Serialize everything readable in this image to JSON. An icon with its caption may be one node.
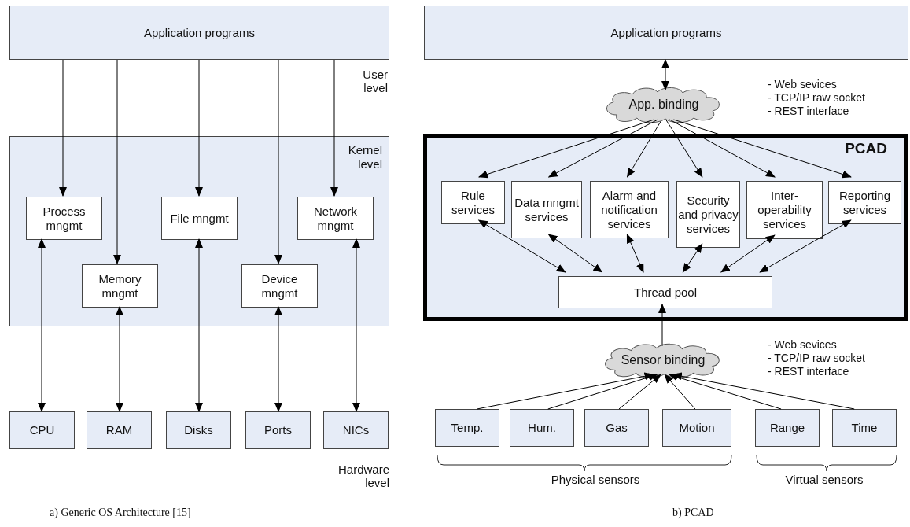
{
  "diagram": {
    "nodes": [
      {
        "text": [
          "Application programs"
        ]
      },
      {
        "text": [
          "Kernel level"
        ]
      },
      {
        "text": [
          "Process mngmt"
        ],
        "in": 1
      },
      {
        "text": [
          "Memory mngmt"
        ],
        "in": 1
      },
      {
        "text": [
          "File mngmt"
        ],
        "in": 1
      },
      {
        "text": [
          "Device mngmt"
        ],
        "in": 1
      },
      {
        "text": [
          "Network mngmt"
        ],
        "in": 1
      },
      {
        "text": [
          "CPU"
        ]
      },
      {
        "text": [
          "RAM"
        ]
      },
      {
        "text": [
          "Disks"
        ]
      },
      {
        "text": [
          "Ports"
        ]
      },
      {
        "text": [
          "NICs"
        ]
      },
      {
        "text": [
          "Application programs"
        ]
      },
      {
        "text": [
          "App. binding"
        ]
      },
      {
        "text": [
          "PCAD"
        ]
      },
      {
        "text": [
          "Rule services"
        ],
        "in": 14
      },
      {
        "text": [
          "Data mngmt services"
        ],
        "in": 14
      },
      {
        "text": [
          "Alarm and notification services"
        ],
        "in": 14
      },
      {
        "text": [
          "Security and privacy services"
        ],
        "in": 14
      },
      {
        "text": [
          "Inter-operability services"
        ],
        "in": 14
      },
      {
        "text": [
          "Reporting services"
        ],
        "in": 14
      },
      {
        "text": [
          "Thread pool"
        ],
        "in": 14
      },
      {
        "text": [
          "Sensor binding"
        ]
      },
      {
        "text": [
          "Temp."
        ]
      },
      {
        "text": [
          "Hum."
        ]
      },
      {
        "text": [
          "Gas"
        ]
      },
      {
        "text": [
          "Motion"
        ]
      },
      {
        "text": [
          "Range"
        ]
      },
      {
        "text": [
          "Time"
        ]
      }
    ],
    "edges": [
      {
        "from": 0,
        "to": 2,
        "arrow": "to"
      },
      {
        "from": 0,
        "to": 3,
        "arrow": "to"
      },
      {
        "from": 0,
        "to": 4,
        "arrow": "to"
      },
      {
        "from": 0,
        "to": 5,
        "arrow": "to"
      },
      {
        "from": 0,
        "to": 6,
        "arrow": "to"
      },
      {
        "from": 2,
        "to": 7,
        "arrow": "both"
      },
      {
        "from": 3,
        "to": 8,
        "arrow": "both"
      },
      {
        "from": 4,
        "to": 9,
        "arrow": "both"
      },
      {
        "from": 5,
        "to": 10,
        "arrow": "both"
      },
      {
        "from": 6,
        "to": 11,
        "arrow": "both"
      },
      {
        "from": 12,
        "to": 13,
        "arrow": "both"
      },
      {
        "from": 13,
        "to": 15,
        "arrow": "to"
      },
      {
        "from": 13,
        "to": 16,
        "arrow": "to"
      },
      {
        "from": 13,
        "to": 17,
        "arrow": "to"
      },
      {
        "from": 13,
        "to": 18,
        "arrow": "to"
      },
      {
        "from": 13,
        "to": 19,
        "arrow": "to"
      },
      {
        "from": 13,
        "to": 20,
        "arrow": "to"
      },
      {
        "from": 15,
        "to": 21,
        "arrow": "both"
      },
      {
        "from": 16,
        "to": 21,
        "arrow": "both"
      },
      {
        "from": 17,
        "to": 21,
        "arrow": "both"
      },
      {
        "from": 18,
        "to": 21,
        "arrow": "both"
      },
      {
        "from": 19,
        "to": 21,
        "arrow": "both"
      },
      {
        "from": 20,
        "to": 21,
        "arrow": "both"
      },
      {
        "from": 22,
        "to": 21,
        "arrow": "to"
      },
      {
        "from": 23,
        "to": 22,
        "arrow": "to"
      },
      {
        "from": 24,
        "to": 22,
        "arrow": "to"
      },
      {
        "from": 25,
        "to": 22,
        "arrow": "to"
      },
      {
        "from": 26,
        "to": 22,
        "arrow": "to"
      },
      {
        "from": 27,
        "to": 22,
        "arrow": "to"
      },
      {
        "from": 28,
        "to": 22,
        "arrow": "to"
      }
    ],
    "labels": [
      "User level",
      "Hardware level",
      "- Web sevices",
      "- TCP/IP raw socket",
      "- REST interface",
      "- Web sevices",
      "- TCP/IP raw socket",
      "- REST interface",
      "Physical sensors",
      "Virtual sensors",
      "a) Generic OS Architecture [15]",
      "b) PCAD"
    ]
  }
}
